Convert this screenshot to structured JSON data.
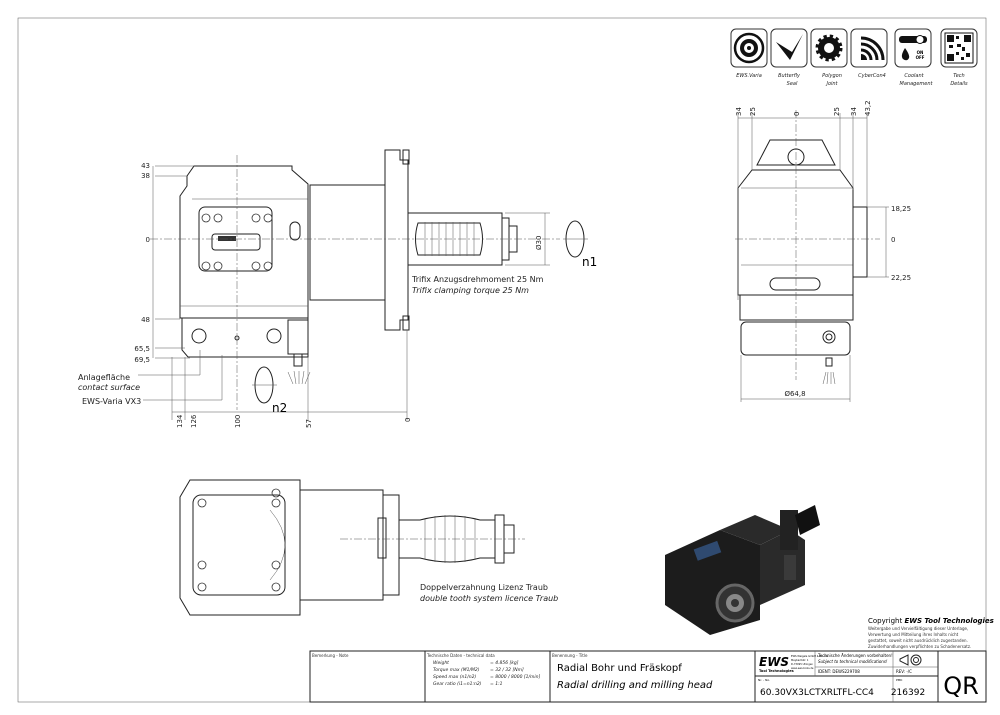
{
  "icons": [
    {
      "name": "ews-varia",
      "label": [
        "EWS.Varia"
      ]
    },
    {
      "name": "butterfly-seal",
      "label": [
        "Butterfly",
        "Seal"
      ]
    },
    {
      "name": "polygon-joint",
      "label": [
        "Polygon",
        "Joint"
      ]
    },
    {
      "name": "cybercon4",
      "label": [
        "CyberCon4"
      ]
    },
    {
      "name": "coolant-management",
      "label": [
        "Coolant",
        "Management"
      ],
      "switch": [
        "ON",
        "OFF"
      ]
    },
    {
      "name": "tech-details",
      "label": [
        "Tech",
        "Details"
      ]
    }
  ],
  "front_view": {
    "dims_left": [
      "43",
      "38",
      "0",
      "48",
      "65,5",
      "69,5"
    ],
    "dims_bottom": [
      "134",
      "126",
      "100",
      "57",
      "0"
    ],
    "diameter": "Ø30",
    "torque_de": "Trifix Anzugsdrehmoment  25 Nm",
    "torque_en": "Trifix clamping torque  25 Nm",
    "contact_de": "Anlagefläche",
    "contact_en": "contact surface",
    "varia_label": "EWS-Varia VX3",
    "n1": "n1",
    "n2": "n2"
  },
  "side_view": {
    "dims_top": [
      "34",
      "25",
      "0",
      "25",
      "34",
      "43,2"
    ],
    "dims_right": [
      "18,25",
      "0",
      "22,25"
    ],
    "diameter": "Ø64,8"
  },
  "top_view": {
    "note_de": "Doppelverzahnung Lizenz Traub",
    "note_en": "double tooth system licence Traub"
  },
  "copyright": {
    "title_prefix": "Copyright ",
    "title_brand": "EWS Tool Technologies",
    "lines": [
      "Weitergabe und Vervielfältigung dieser Unterlage,",
      "Verwertung und Mitteilung ihres Inhalts nicht",
      "gestattet, soweit nicht ausdrücklich zugestanden.",
      "Zuwiderhandlungen verpflichten zu Schadenersatz."
    ]
  },
  "title_block": {
    "remark_label": "Bemerkung - Note",
    "tech_label": "Technische Daten - technical data",
    "tech_rows": [
      {
        "k": "Weight",
        "v": "= 4.856 [kg]"
      },
      {
        "k": "Torque max  (M1/M2)",
        "v": "= 32 / 32 [Nm]"
      },
      {
        "k": "Speed max  (n1/n2)",
        "v": "= 8000 / 8000 [1/min]"
      },
      {
        "k": "Gear ratio  (i1=n1:n2)",
        "v": "= 1:1"
      }
    ],
    "title_label": "Benennung - Title",
    "title_de": "Radial Bohr und Fräskopf",
    "title_en": "Radial drilling and milling head",
    "logo": "EWS",
    "logo_sub": "Tool Technologies",
    "company": [
      "EWS Weigele GmbH & Co. KG",
      "Maybachstr. 1",
      "D-73095 Uhingen",
      "www.ews-tools.de"
    ],
    "change_de": "Technische Änderungen vorbehalten!",
    "change_en": "Subject to technical modifications!",
    "ident": "IDENT:  DEWS229708",
    "rev": "REV:  -/C",
    "nr_label": "Nr. - No.",
    "number": "60.30VX3LCTXRLTFL-CC4",
    "pmk_label": "PMK",
    "pmk": "216392",
    "qr": "QR"
  }
}
